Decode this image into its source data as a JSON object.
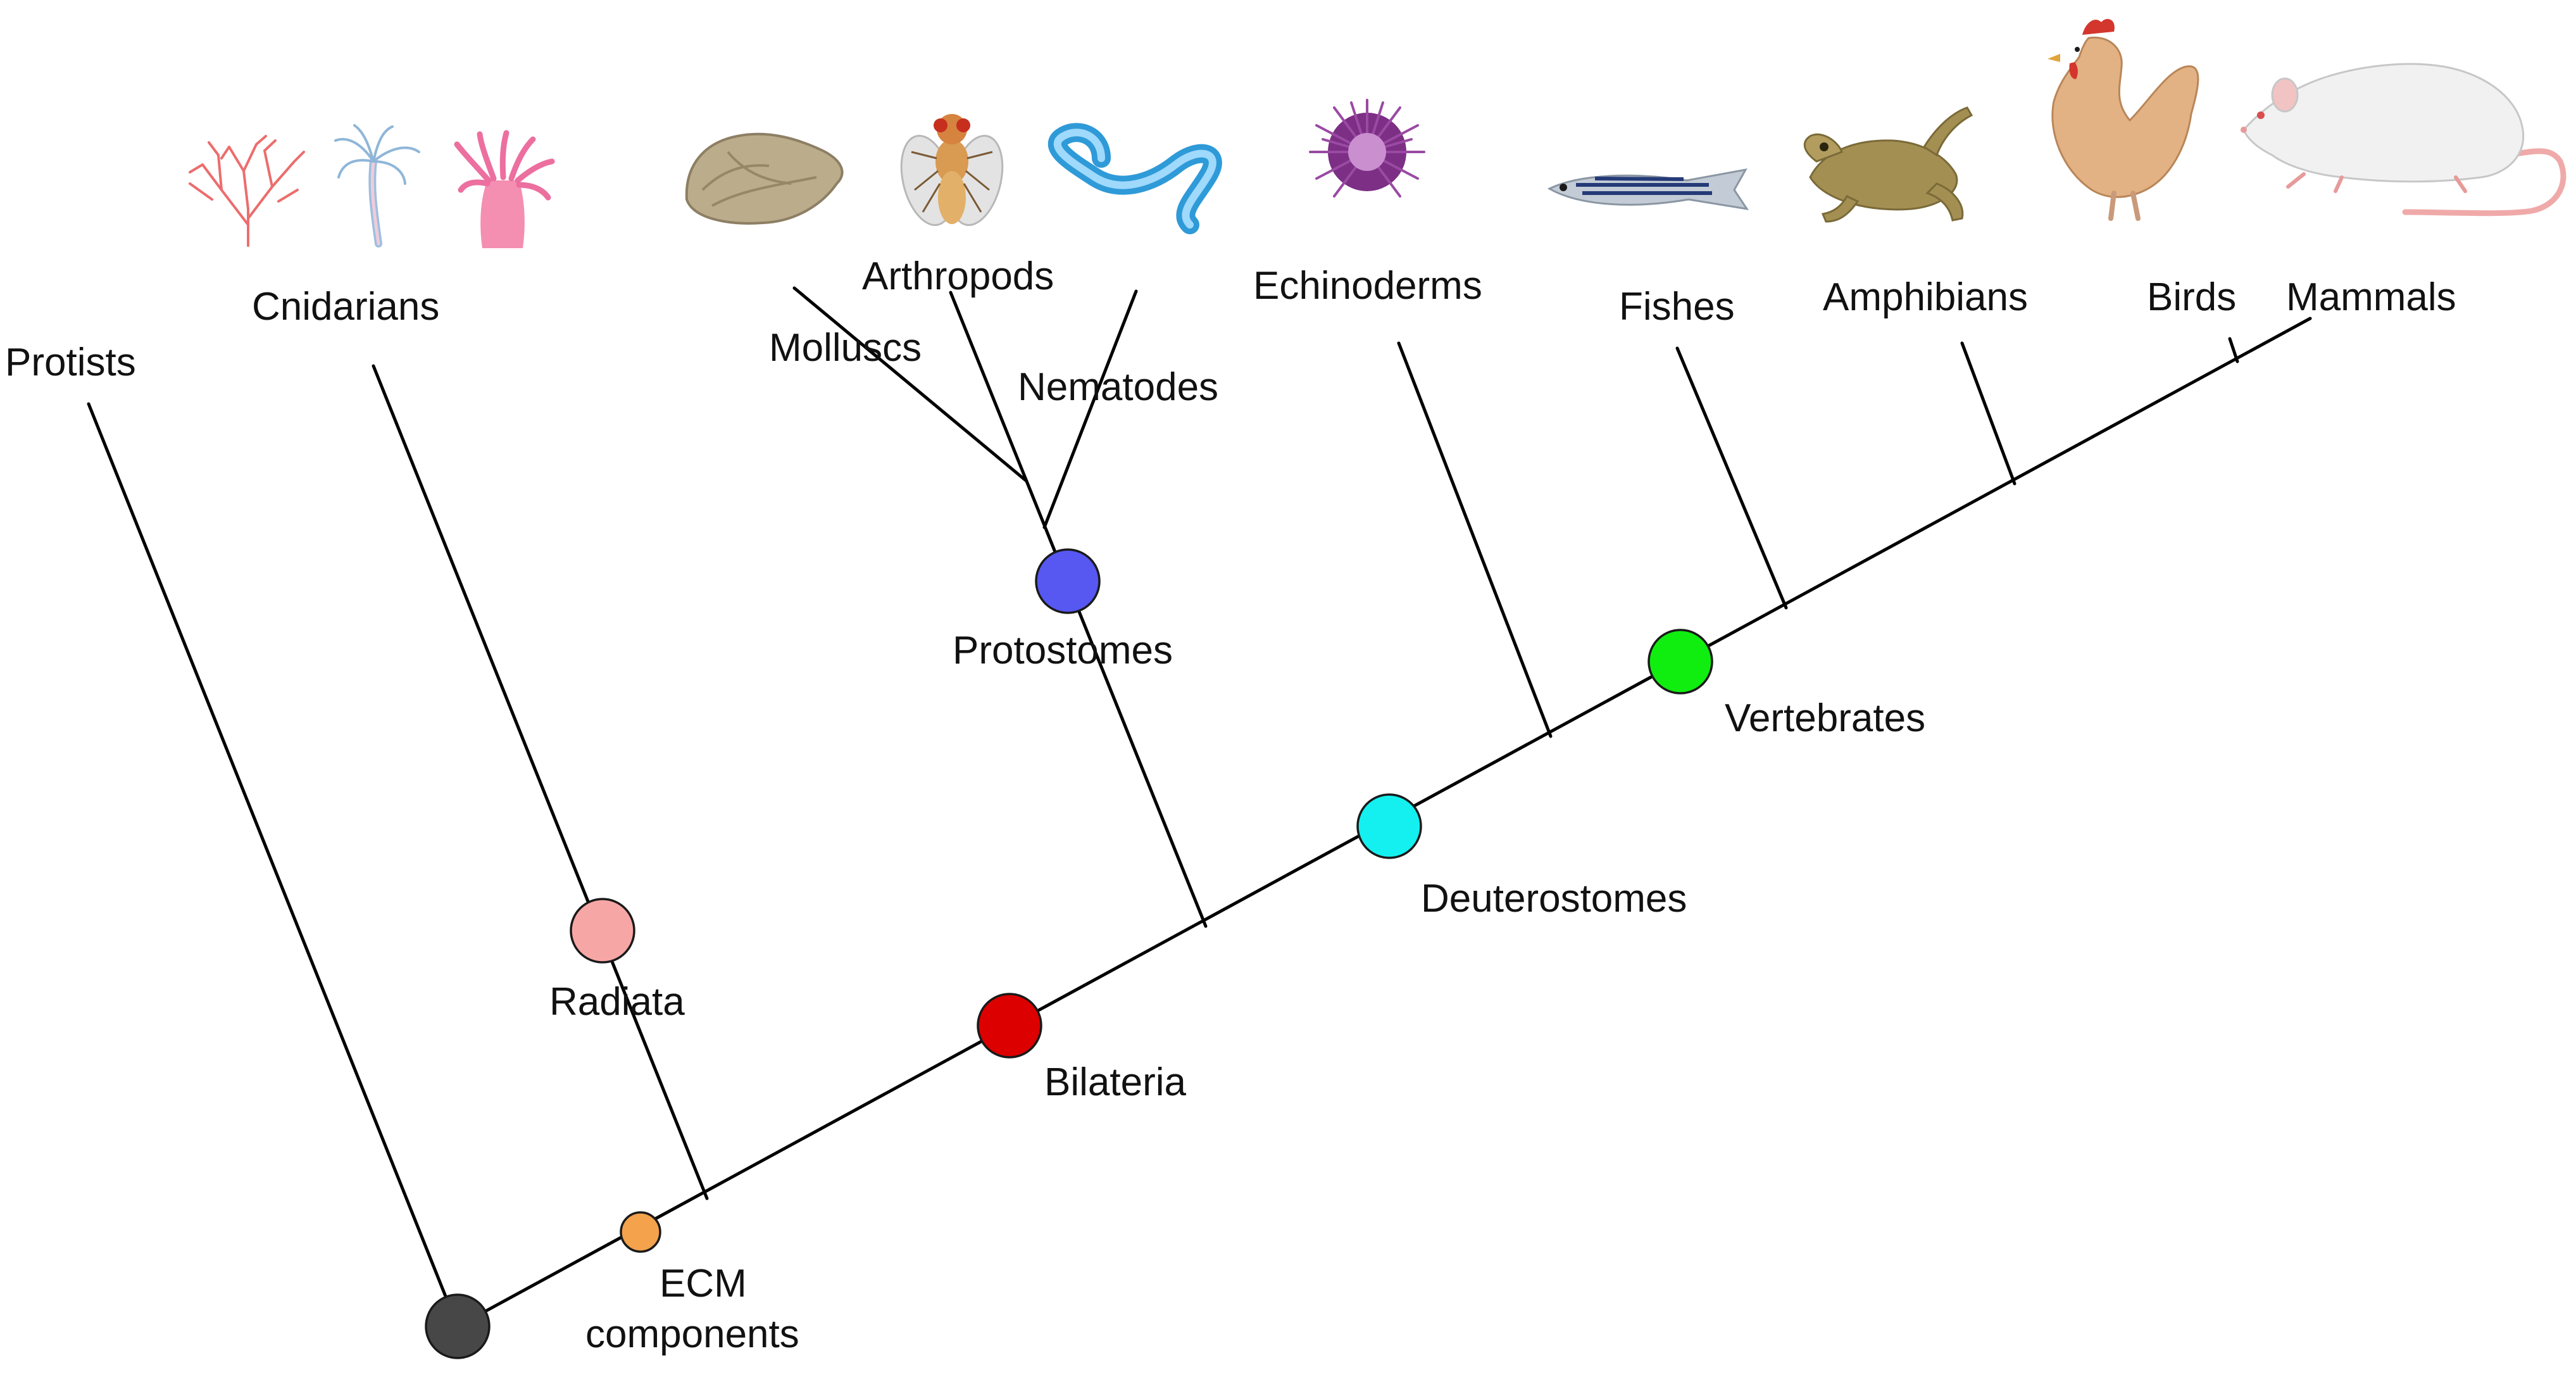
{
  "taxa": {
    "protists": "Protists",
    "cnidarians": "Cnidarians",
    "molluscs": "Molluscs",
    "arthropods": "Arthropods",
    "nematodes": "Nematodes",
    "echinoderms": "Echinoderms",
    "fishes": "Fishes",
    "amphibians": "Amphibians",
    "birds": "Birds",
    "mammals": "Mammals"
  },
  "clades": {
    "radiata": "Radiata",
    "bilateria": "Bilateria",
    "protostomes": "Protostomes",
    "deuterostomes": "Deuterostomes",
    "vertebrates": "Vertebrates",
    "ecm_line1": "ECM",
    "ecm_line2": "components"
  },
  "node_colors": {
    "root": "#474747",
    "ecm": "#f4a24c",
    "radiata": "#f7a6a6",
    "bilateria": "#dc0000",
    "protostomes": "#5757f2",
    "deuterostomes": "#14f0f0",
    "vertebrates": "#10ee10"
  },
  "icons": [
    "sea-fan-icon",
    "hydra-icon",
    "sea-anemone-icon",
    "oyster-icon",
    "fruit-fly-icon",
    "nematode-icon",
    "sea-urchin-icon",
    "zebrafish-icon",
    "frog-icon",
    "chicken-icon",
    "rat-icon"
  ]
}
